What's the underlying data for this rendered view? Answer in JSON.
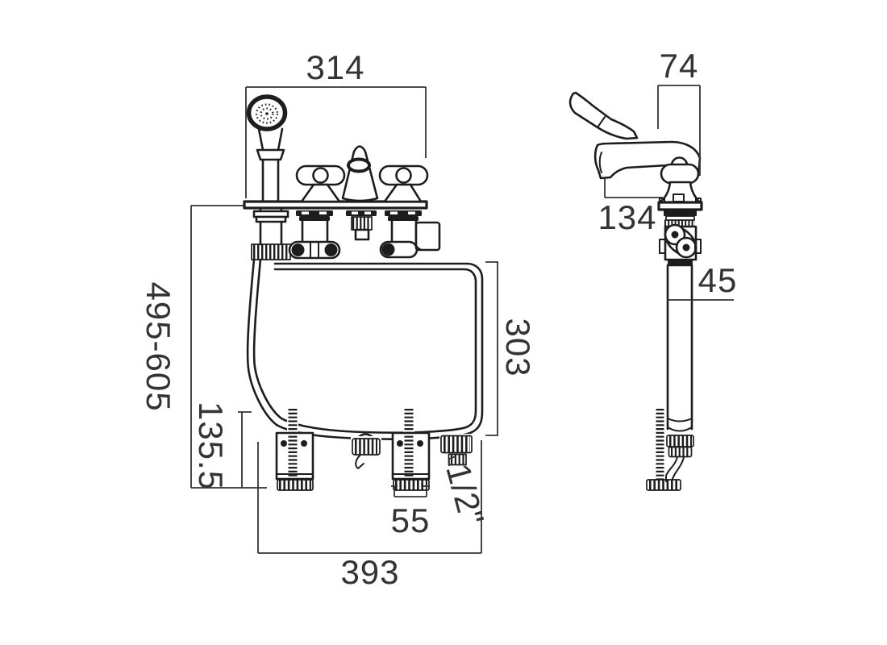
{
  "views": {
    "front": {
      "dims": {
        "deck_width": "314",
        "height_range": "495-605",
        "hose_loop_height": "303",
        "below_deck_height": "135.5",
        "bracket_width": "55",
        "connector_thread": "1/2\"",
        "overall_width": "393"
      }
    },
    "side": {
      "dims": {
        "body_top_width": "74",
        "spout_reach": "134",
        "tube_diameter": "45"
      }
    }
  },
  "colors": {
    "line": "#1d1d1d",
    "dimension_text": "#333333",
    "background": "#ffffff"
  }
}
